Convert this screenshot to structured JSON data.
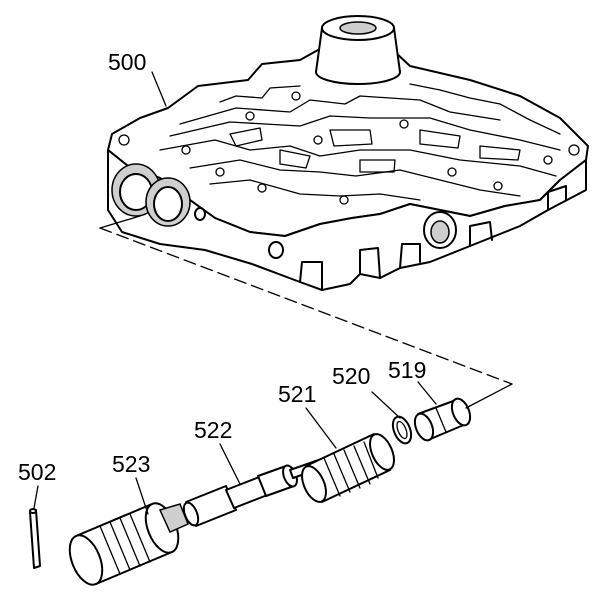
{
  "callouts": {
    "valve_body": "500",
    "pin": "502",
    "bore_plug": "523",
    "valve": "522",
    "spring": "521",
    "retainer_ring": "520",
    "plug": "519"
  }
}
